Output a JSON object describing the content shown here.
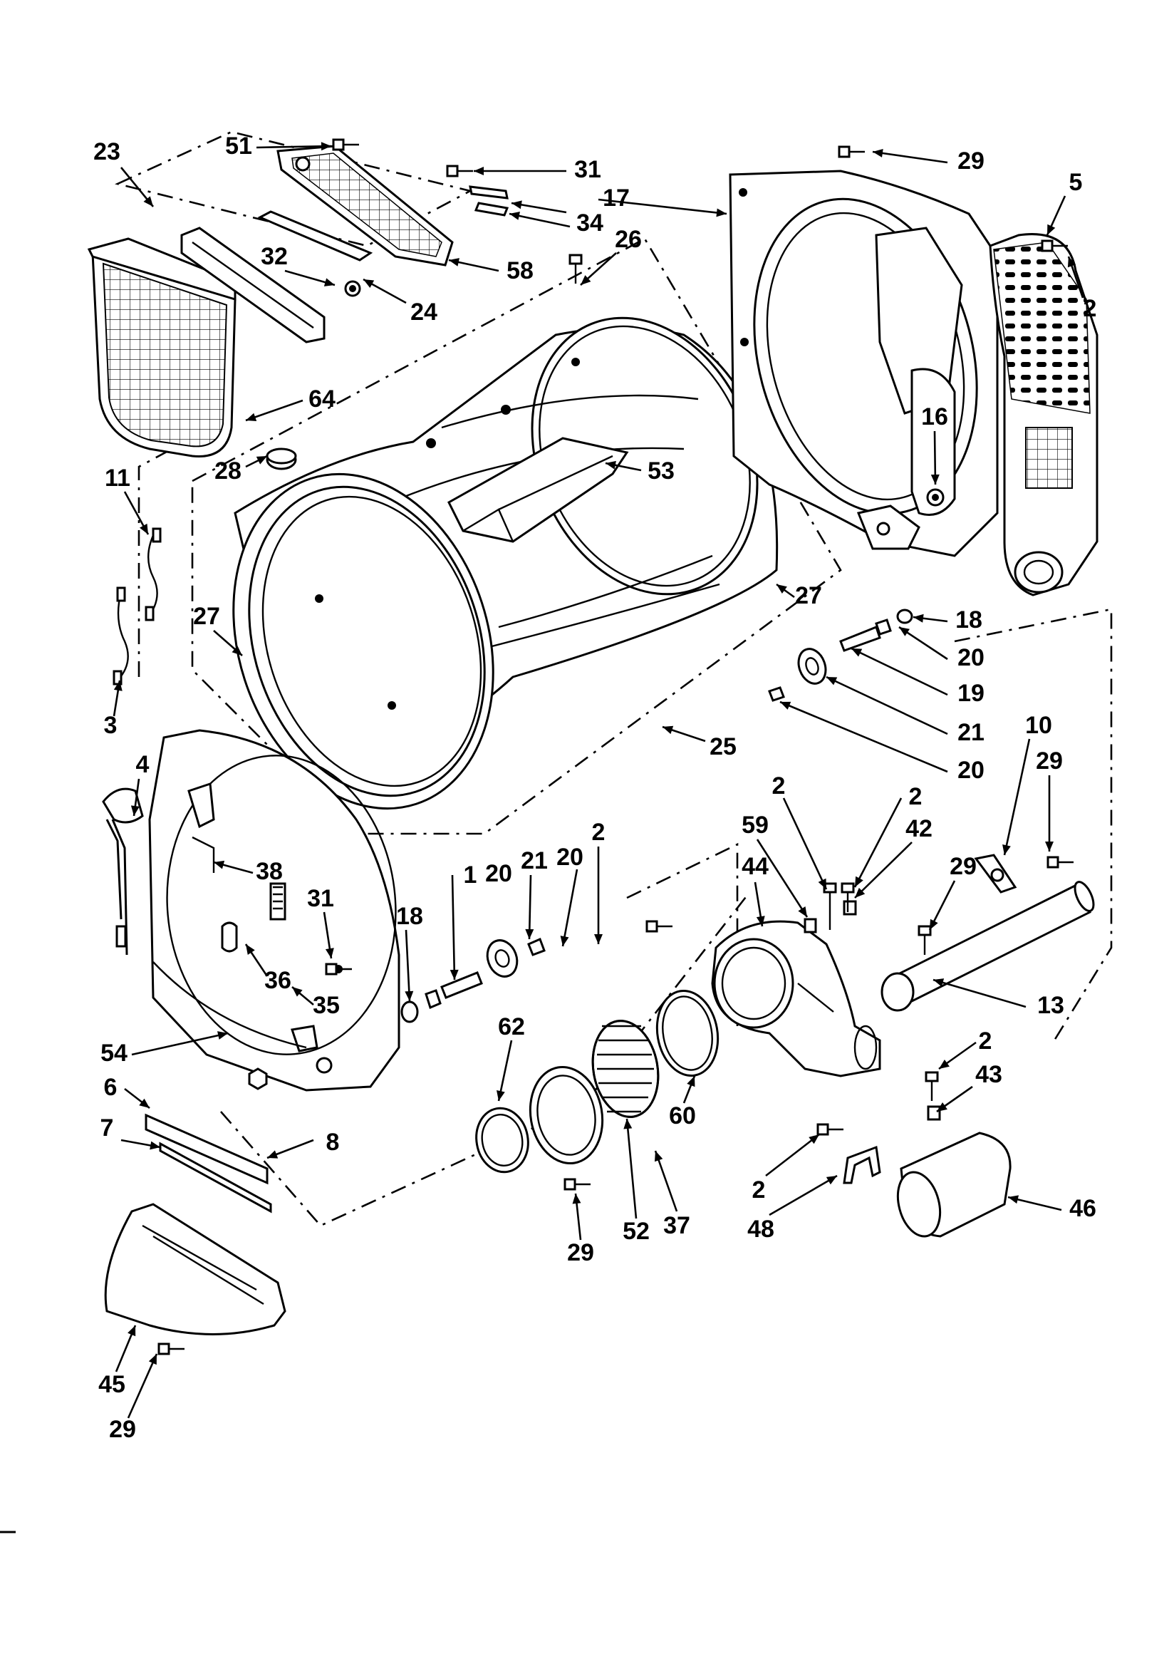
{
  "diagram": {
    "labels": [
      {
        "id": "p23a",
        "text": "23"
      },
      {
        "id": "p51",
        "text": "51"
      },
      {
        "id": "p31a",
        "text": "31"
      },
      {
        "id": "p17",
        "text": "17"
      },
      {
        "id": "p29a",
        "text": "29"
      },
      {
        "id": "p5",
        "text": "5"
      },
      {
        "id": "p34",
        "text": "34"
      },
      {
        "id": "p32",
        "text": "32"
      },
      {
        "id": "p58",
        "text": "58"
      },
      {
        "id": "p26",
        "text": "26"
      },
      {
        "id": "p2a",
        "text": "2"
      },
      {
        "id": "p24",
        "text": "24"
      },
      {
        "id": "p64",
        "text": "64"
      },
      {
        "id": "p16",
        "text": "16"
      },
      {
        "id": "p53",
        "text": "53"
      },
      {
        "id": "p28",
        "text": "28"
      },
      {
        "id": "p11",
        "text": "11"
      },
      {
        "id": "p27a",
        "text": "27"
      },
      {
        "id": "p27b",
        "text": "27"
      },
      {
        "id": "p18a",
        "text": "18"
      },
      {
        "id": "p20a",
        "text": "20"
      },
      {
        "id": "p19",
        "text": "19"
      },
      {
        "id": "p3",
        "text": "3"
      },
      {
        "id": "p25",
        "text": "25"
      },
      {
        "id": "p21a",
        "text": "21"
      },
      {
        "id": "p10",
        "text": "10"
      },
      {
        "id": "p20b",
        "text": "20"
      },
      {
        "id": "p29b",
        "text": "29"
      },
      {
        "id": "p4",
        "text": "4"
      },
      {
        "id": "p2b",
        "text": "2"
      },
      {
        "id": "p2c",
        "text": "2"
      },
      {
        "id": "p38",
        "text": "38"
      },
      {
        "id": "p59",
        "text": "59"
      },
      {
        "id": "p42",
        "text": "42"
      },
      {
        "id": "p21b",
        "text": "21"
      },
      {
        "id": "p20c",
        "text": "20"
      },
      {
        "id": "p2d",
        "text": "2"
      },
      {
        "id": "p1",
        "text": "1"
      },
      {
        "id": "p20d",
        "text": "20"
      },
      {
        "id": "p44",
        "text": "44"
      },
      {
        "id": "p29c",
        "text": "29"
      },
      {
        "id": "p31b",
        "text": "31"
      },
      {
        "id": "p18b",
        "text": "18"
      },
      {
        "id": "p36",
        "text": "36"
      },
      {
        "id": "p35",
        "text": "35"
      },
      {
        "id": "p13",
        "text": "13"
      },
      {
        "id": "p62",
        "text": "62"
      },
      {
        "id": "p54",
        "text": "54"
      },
      {
        "id": "p2e",
        "text": "2"
      },
      {
        "id": "p6",
        "text": "6"
      },
      {
        "id": "p43",
        "text": "43"
      },
      {
        "id": "p60",
        "text": "60"
      },
      {
        "id": "p8",
        "text": "8"
      },
      {
        "id": "p7",
        "text": "7"
      },
      {
        "id": "p2f",
        "text": "2"
      },
      {
        "id": "p46",
        "text": "46"
      },
      {
        "id": "p52",
        "text": "52"
      },
      {
        "id": "p37",
        "text": "37"
      },
      {
        "id": "p48",
        "text": "48"
      },
      {
        "id": "p29d",
        "text": "29"
      },
      {
        "id": "p45",
        "text": "45"
      },
      {
        "id": "p29e",
        "text": "29"
      }
    ]
  }
}
